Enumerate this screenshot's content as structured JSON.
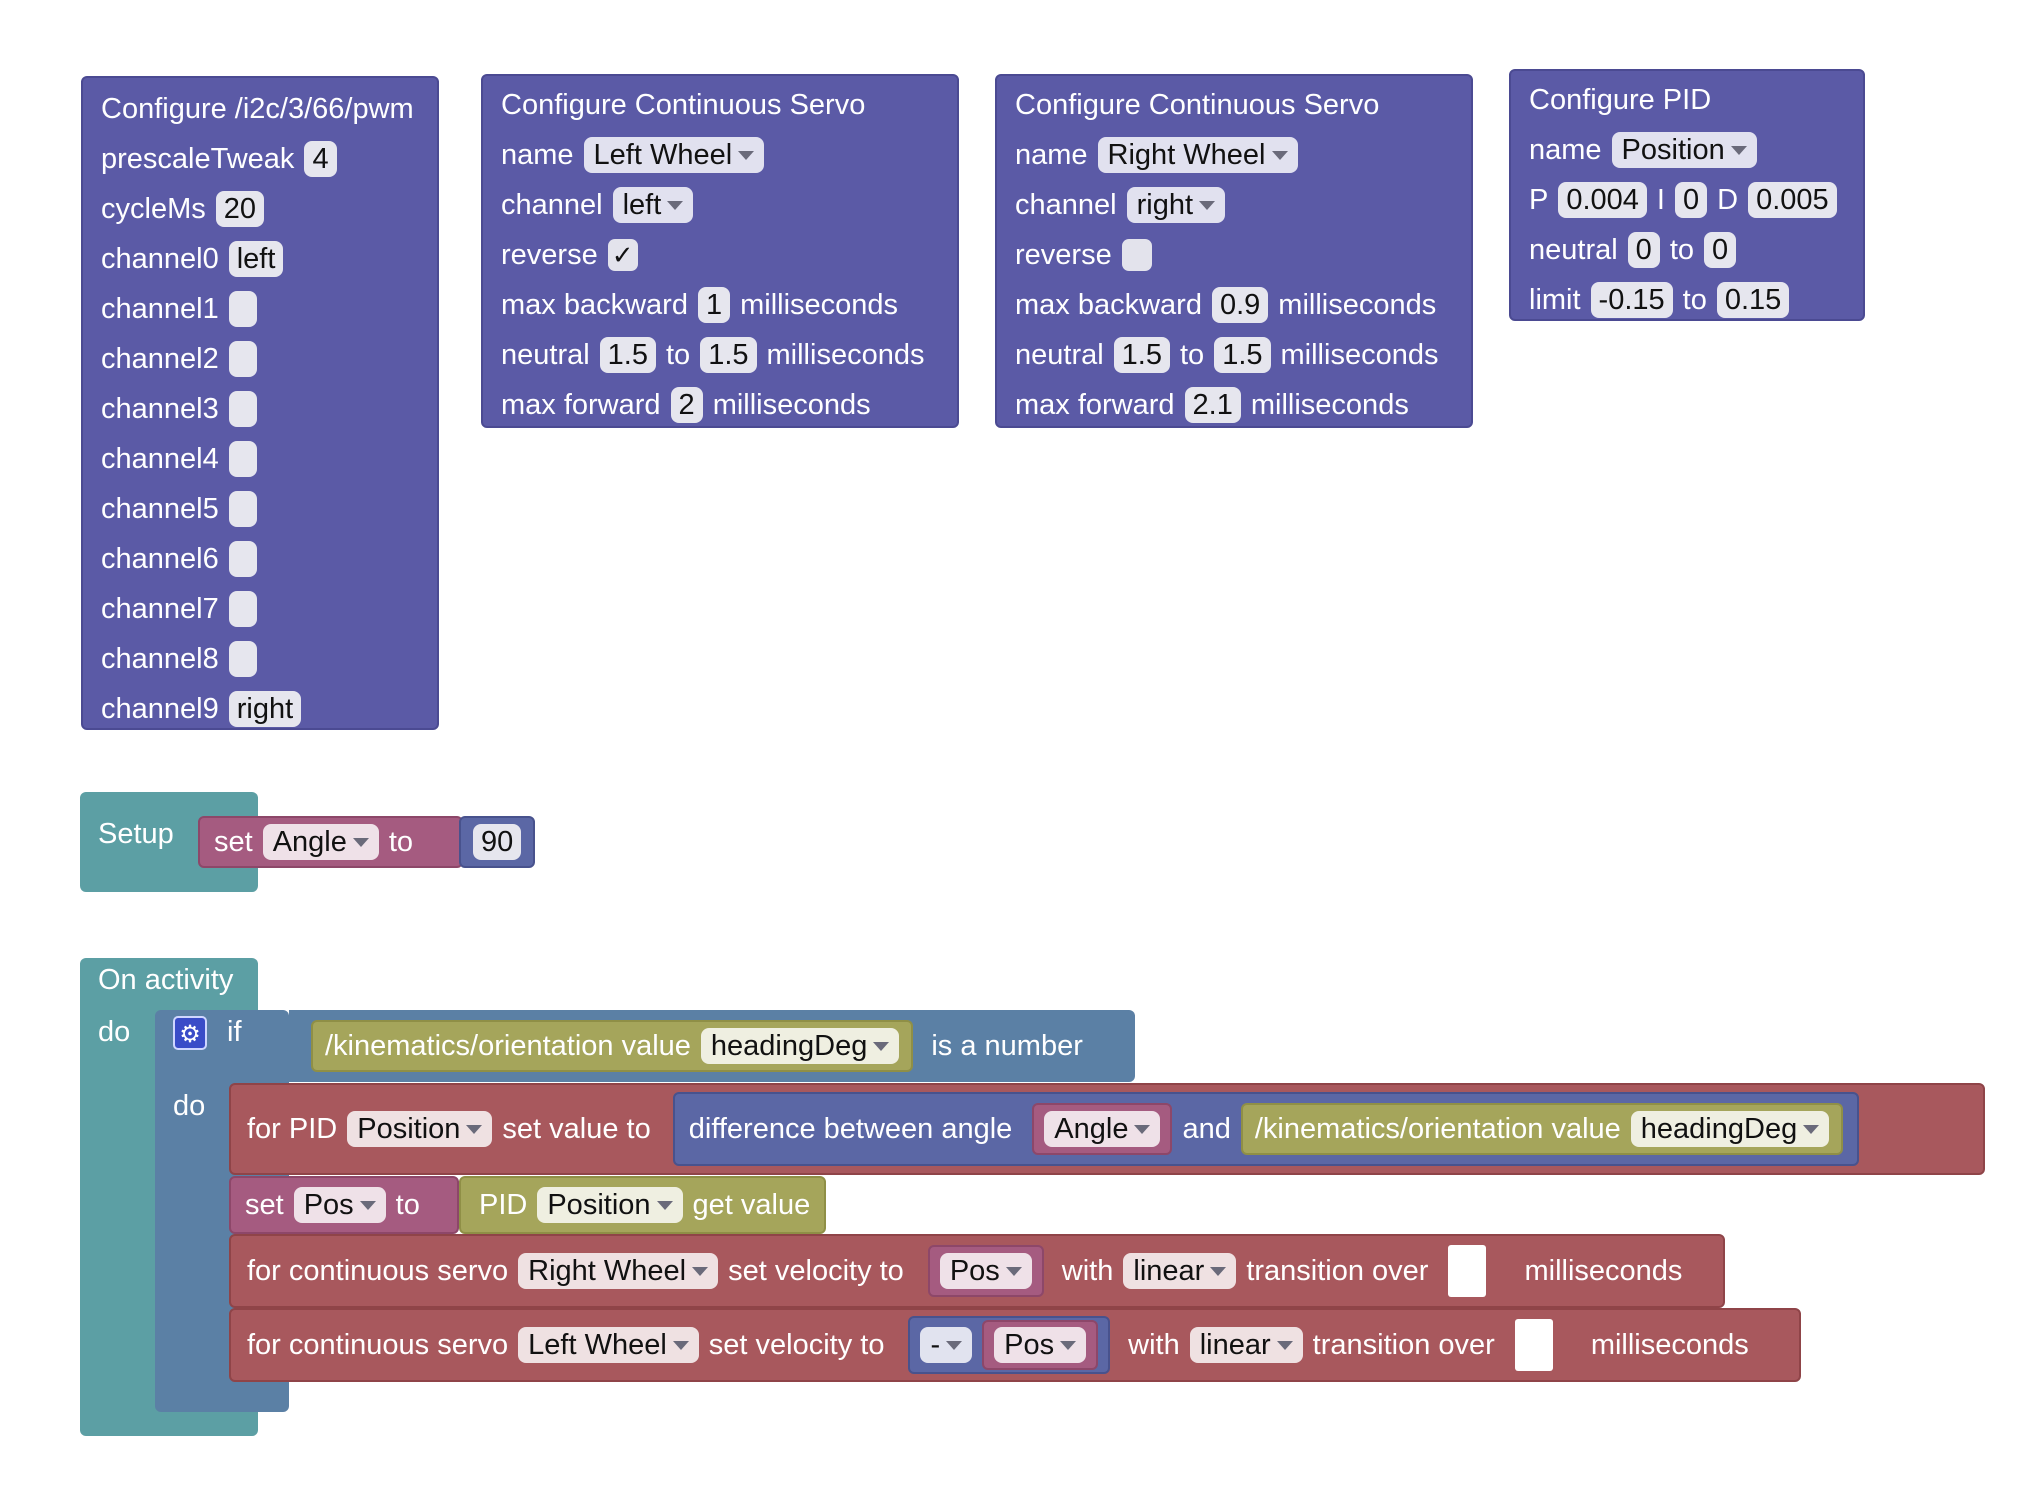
{
  "pwm_block": {
    "title": "Configure /i2c/3/66/pwm",
    "prescale_label": "prescaleTweak",
    "prescale_value": "4",
    "cycle_label": "cycleMs",
    "cycle_value": "20",
    "channels": [
      {
        "label": "channel0",
        "value": "left"
      },
      {
        "label": "channel1",
        "value": ""
      },
      {
        "label": "channel2",
        "value": ""
      },
      {
        "label": "channel3",
        "value": ""
      },
      {
        "label": "channel4",
        "value": ""
      },
      {
        "label": "channel5",
        "value": ""
      },
      {
        "label": "channel6",
        "value": ""
      },
      {
        "label": "channel7",
        "value": ""
      },
      {
        "label": "channel8",
        "value": ""
      },
      {
        "label": "channel9",
        "value": "right"
      }
    ]
  },
  "servo_left": {
    "title": "Configure Continuous Servo",
    "name_label": "name",
    "name_value": "Left Wheel",
    "channel_label": "channel",
    "channel_value": "left",
    "reverse_label": "reverse",
    "reverse_mark": "✓",
    "max_backward_label": "max backward",
    "max_backward": "1",
    "neutral_label": "neutral",
    "neutral_from": "1.5",
    "to": "to",
    "neutral_to": "1.5",
    "max_forward_label": "max forward",
    "max_forward": "2",
    "ms": "milliseconds"
  },
  "servo_right": {
    "title": "Configure Continuous Servo",
    "name_label": "name",
    "name_value": "Right Wheel",
    "channel_label": "channel",
    "channel_value": "right",
    "reverse_label": "reverse",
    "reverse_mark": "",
    "max_backward_label": "max backward",
    "max_backward": "0.9",
    "neutral_label": "neutral",
    "neutral_from": "1.5",
    "to": "to",
    "neutral_to": "1.5",
    "max_forward_label": "max forward",
    "max_forward": "2.1",
    "ms": "milliseconds"
  },
  "pid_block": {
    "title": "Configure PID",
    "name_label": "name",
    "name_value": "Position",
    "p_label": "P",
    "p_value": "0.004",
    "i_label": "I",
    "i_value": "0",
    "d_label": "D",
    "d_value": "0.005",
    "neutral_label": "neutral",
    "neutral_from": "0",
    "to": "to",
    "neutral_to": "0",
    "limit_label": "limit",
    "limit_from": "-0.15",
    "limit_to": "0.15"
  },
  "setup_block": {
    "label": "Setup",
    "set_label": "set",
    "var": "Angle",
    "to": "to",
    "value": "90"
  },
  "activity_block": {
    "label": "On activity",
    "do": "do",
    "if_label": "if",
    "if_do": "do",
    "cond_source": "/kinematics/orientation value",
    "cond_field": "headingDeg",
    "cond_suffix": "is a number",
    "pid_stmt": {
      "prefix": "for PID",
      "pid": "Position",
      "mid": "set value to",
      "diff_label": "difference between angle",
      "angle_var": "Angle",
      "and": "and",
      "source": "/kinematics/orientation value",
      "field": "headingDeg"
    },
    "set_pos": {
      "set": "set",
      "var": "Pos",
      "to": "to",
      "pid_prefix": "PID",
      "pid": "Position",
      "pid_suffix": "get value"
    },
    "servo_right_stmt": {
      "prefix": "for continuous servo",
      "servo": "Right Wheel",
      "mid": "set velocity to",
      "var": "Pos",
      "with": "with",
      "mode": "linear",
      "trans": "transition over",
      "ms": "milliseconds"
    },
    "servo_left_stmt": {
      "prefix": "for continuous servo",
      "servo": "Left Wheel",
      "mid": "set velocity to",
      "neg": "-",
      "var": "Pos",
      "with": "with",
      "mode": "linear",
      "trans": "transition over",
      "ms": "milliseconds"
    }
  }
}
